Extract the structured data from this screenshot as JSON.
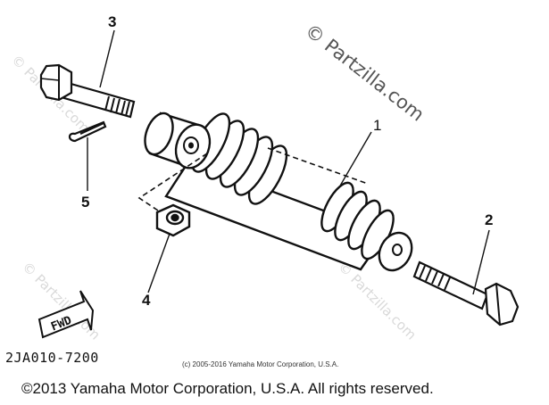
{
  "watermark": {
    "main": "© Partzilla.com",
    "faint": "© Partzilla.com"
  },
  "callouts": {
    "part_1": "1",
    "part_2": "2",
    "part_3": "3",
    "part_4": "4",
    "part_5": "5"
  },
  "fwd_label": "FWD",
  "reference_code": "2JA010-7200",
  "small_copyright": "(c) 2005-2016 Yamaha Motor Corporation, U.S.A.",
  "footer_copyright": "©2013 Yamaha Motor Corporation, U.S.A. All rights reserved."
}
